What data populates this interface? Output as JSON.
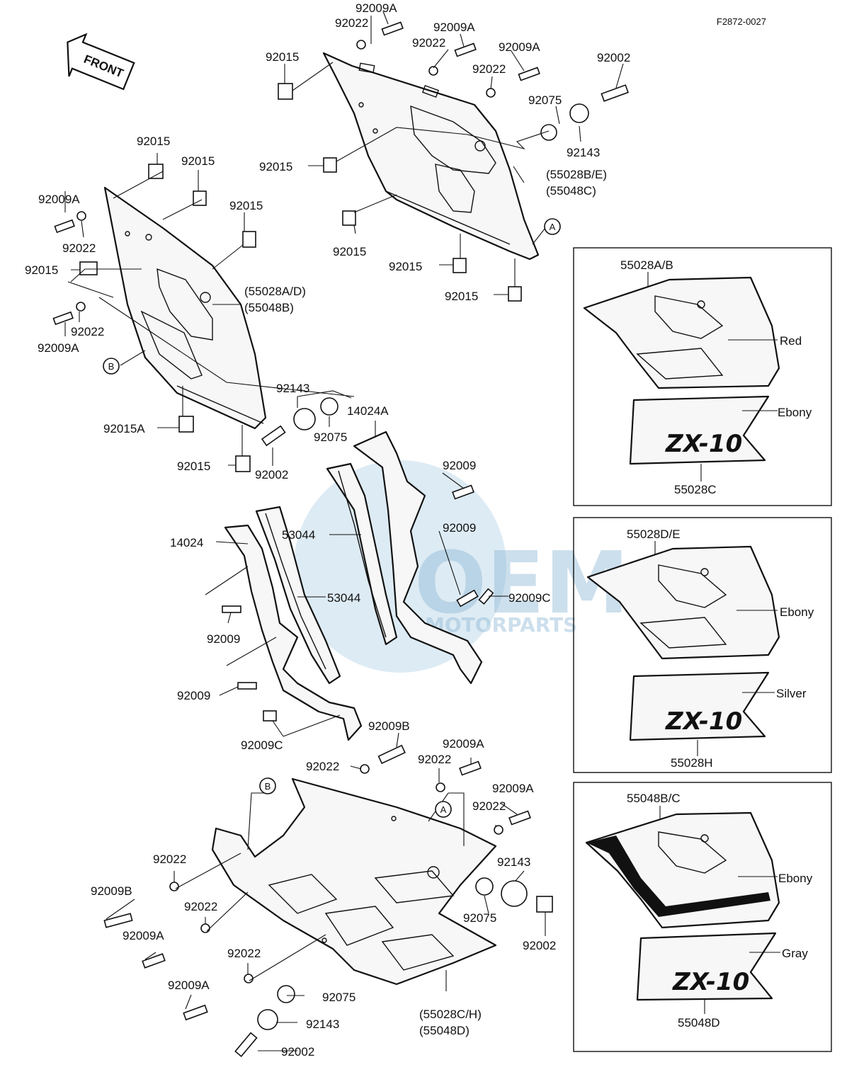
{
  "diagram_code": "F2872-0027",
  "front_label": "FRONT",
  "watermark": {
    "brand": "OEM",
    "sub": "MOTORPARTS"
  },
  "callouts": {
    "a": "A",
    "b": "B"
  },
  "labels": {
    "p92009A_1": "92009A",
    "p92022_1": "92022",
    "p92009A_2": "92009A",
    "p92022_2": "92022",
    "p92009A_3": "92009A",
    "p92022_3": "92022",
    "p92002_1": "92002",
    "p92015_1": "92015",
    "p92075_1": "92075",
    "p92143_1": "92143",
    "p92015_2": "92015",
    "ref55028BE": "(55028B/E)",
    "ref55048C": "(55048C)",
    "p92015_3": "92015",
    "p92015_4": "92015",
    "p92015_5": "92015",
    "p92015_6": "92015",
    "p92015_7": "92015",
    "p92009A_4": "92009A",
    "p92015_8": "92015",
    "p92022_4": "92022",
    "p92015_9": "92015",
    "ref55028AD": "(55028A/D)",
    "ref55048B": "(55048B)",
    "p92022_5": "92022",
    "p92009A_5": "92009A",
    "p92143_2": "92143",
    "p92075_2": "92075",
    "p92015A": "92015A",
    "p92015_10": "92015",
    "p92002_2": "92002",
    "p14024A": "14024A",
    "p92009_1": "92009",
    "p53044_1": "53044",
    "p92009_2": "92009",
    "p14024": "14024",
    "p53044_2": "53044",
    "p92009C_1": "92009C",
    "p92009_3": "92009",
    "p92009_4": "92009",
    "p92009C_2": "92009C",
    "p92009B_1": "92009B",
    "p92022_6": "92022",
    "p92009A_6": "92009A",
    "p92022_7": "92022",
    "p92009A_7": "92009A",
    "p92022_8": "92022",
    "p92143_3": "92143",
    "p92022_9": "92022",
    "p92009B_2": "92009B",
    "p92022_10": "92022",
    "p92075_3": "92075",
    "p92002_3": "92002",
    "p92009A_8": "92009A",
    "p92022_11": "92022",
    "p92009A_9": "92009A",
    "p92075_4": "92075",
    "p92143_4": "92143",
    "p92002_4": "92002",
    "ref55028CH": "(55028C/H)",
    "ref55048D": "(55048D)"
  },
  "color_variants": [
    {
      "part": "55028A/B",
      "upper_color": "Red",
      "decal_part": "55028C",
      "decal_color": "Ebony",
      "decal_text": "ZX-10"
    },
    {
      "part": "55028D/E",
      "upper_color": "Ebony",
      "decal_part": "55028H",
      "decal_color": "Silver",
      "decal_text": "ZX-10"
    },
    {
      "part": "55048B/C",
      "upper_color": "Ebony",
      "decal_part": "55048D",
      "decal_color": "Gray",
      "decal_text": "ZX-10"
    }
  ]
}
